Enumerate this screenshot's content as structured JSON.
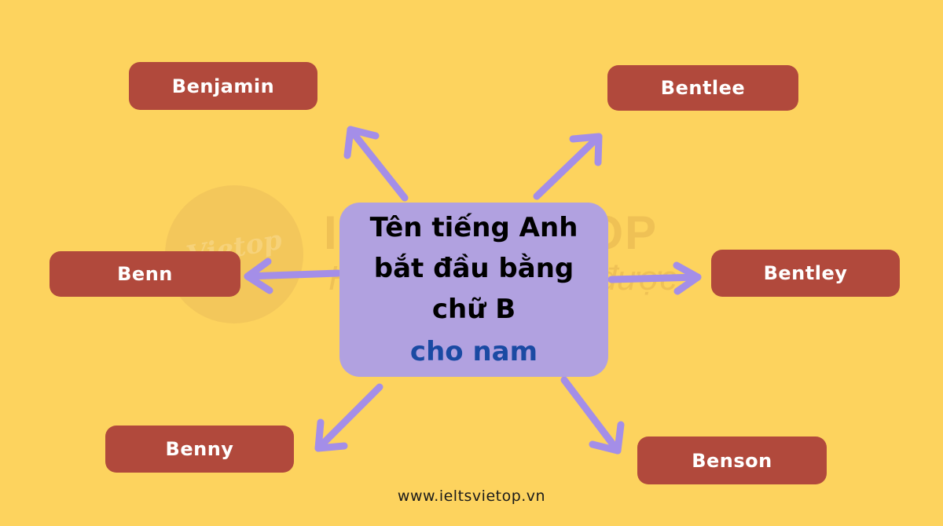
{
  "watermark": {
    "logo_text": "Vietop",
    "brand_text": "IELTS VIETOP",
    "slogan_text": "Học là phải dùng được."
  },
  "center_node": {
    "lines": [
      "Tên tiếng Anh",
      "bắt đầu bằng",
      "chữ B"
    ],
    "accent_line": "cho nam"
  },
  "nodes": {
    "benjamin": "Benjamin",
    "bentlee": "Bentlee",
    "benn": "Benn",
    "bentley": "Bentley",
    "benny": "Benny",
    "benson": "Benson"
  },
  "footer": {
    "url": "www.ieltsvietop.vn"
  },
  "colors": {
    "background": "#fdd35e",
    "center_fill": "#b1a1e0",
    "node_fill": "#b1493c",
    "arrow": "#a48ee8",
    "accent_text": "#1a4aa3"
  }
}
